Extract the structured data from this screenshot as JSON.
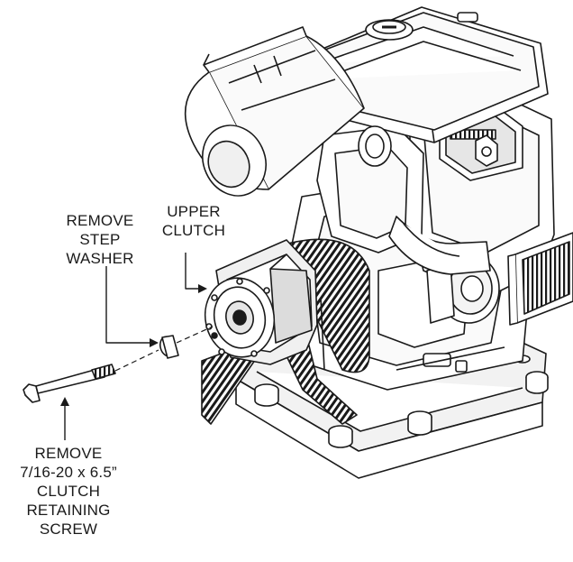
{
  "callouts": {
    "upper_clutch": {
      "lines": [
        "UPPER",
        "CLUTCH"
      ]
    },
    "step_washer": {
      "lines": [
        "REMOVE",
        "STEP",
        "WASHER"
      ]
    },
    "retaining_screw": {
      "lines": [
        "REMOVE",
        "7/16-20 x 6.5”",
        "CLUTCH",
        "RETAINING",
        "SCREW"
      ]
    }
  },
  "colors": {
    "ink": "#1a1a1a",
    "paper": "#ffffff",
    "shade": "#dcdcdc"
  }
}
